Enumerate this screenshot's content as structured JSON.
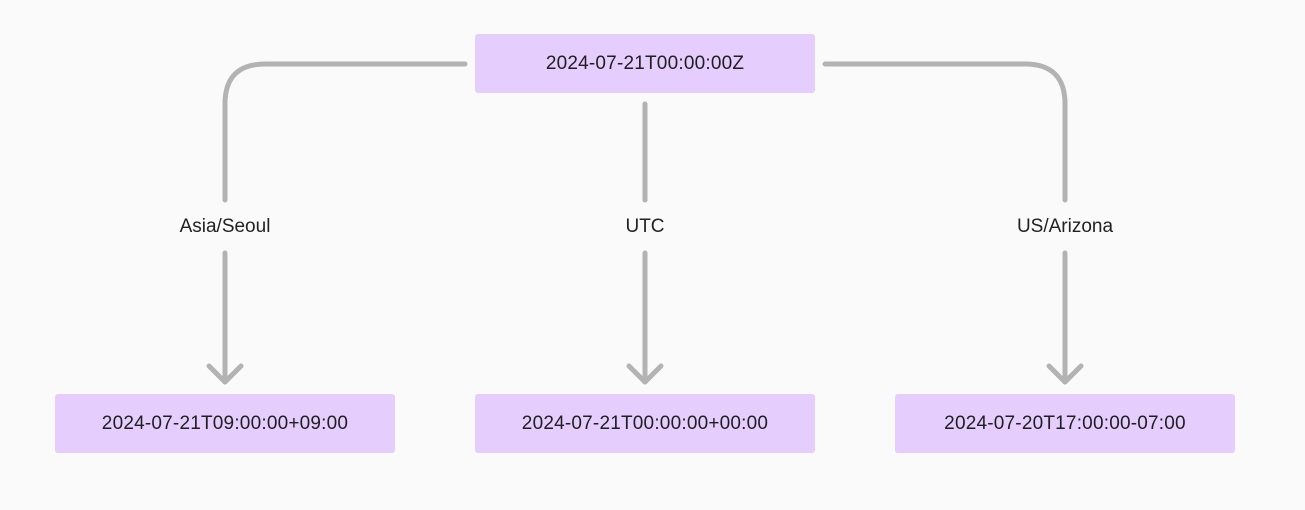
{
  "colors": {
    "background": "#fafafa",
    "node_fill": "#e5cdfd",
    "connector": "#b3b3b3",
    "text": "#1f1f1f"
  },
  "source": {
    "label": "2024-07-21T00:00:00Z"
  },
  "branches": [
    {
      "timezone": "Asia/Seoul",
      "result": "2024-07-21T09:00:00+09:00"
    },
    {
      "timezone": "UTC",
      "result": "2024-07-21T00:00:00+00:00"
    },
    {
      "timezone": "US/Arizona",
      "result": "2024-07-20T17:00:00-07:00"
    }
  ]
}
